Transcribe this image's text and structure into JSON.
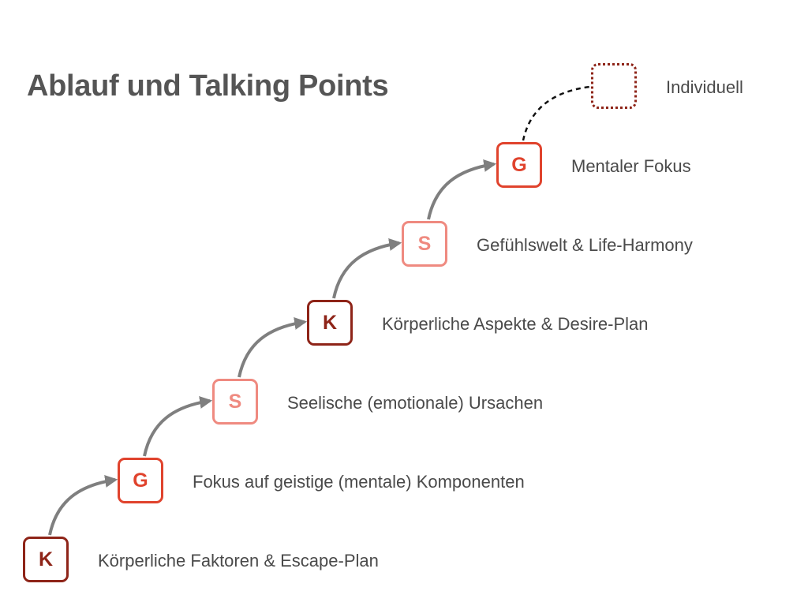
{
  "title": "Ablauf und Talking Points",
  "colors": {
    "dark": "#8e2418",
    "red": "#e0432d",
    "light": "#ef8a80",
    "arrow": "#7f7f7f",
    "text": "#4a4a4a"
  },
  "steps": [
    {
      "letter": "K",
      "label": "Körperliche Faktoren & Escape-Plan",
      "style": "dark"
    },
    {
      "letter": "G",
      "label": "Fokus auf geistige (mentale) Komponenten",
      "style": "red"
    },
    {
      "letter": "S",
      "label": "Seelische (emotionale) Ursachen",
      "style": "light"
    },
    {
      "letter": "K",
      "label": "Körperliche Aspekte & Desire-Plan",
      "style": "dark"
    },
    {
      "letter": "S",
      "label": "Gefühlswelt & Life-Harmony",
      "style": "light"
    },
    {
      "letter": "G",
      "label": "Mentaler Fokus",
      "style": "red"
    }
  ],
  "final_step": {
    "letter": "",
    "label": "Individuell",
    "style": "dotted"
  }
}
